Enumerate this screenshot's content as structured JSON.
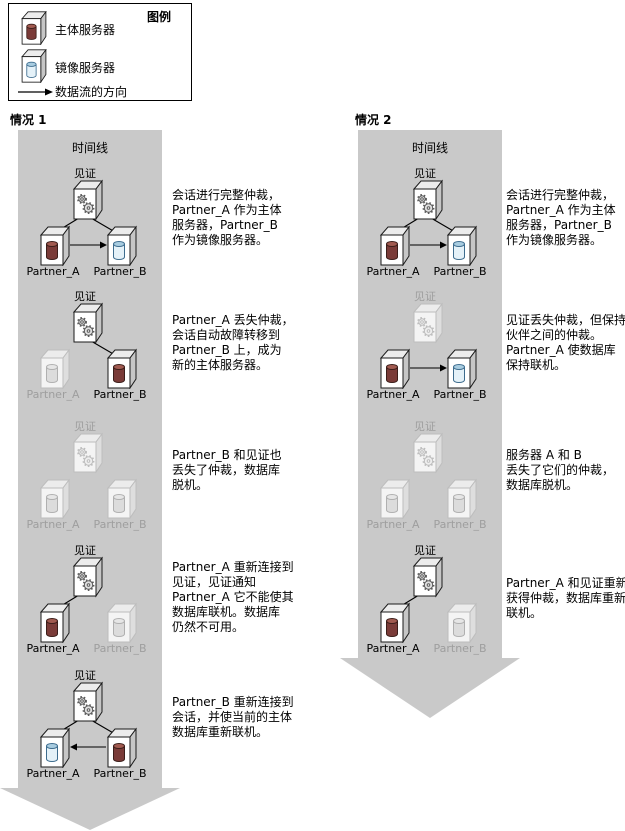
{
  "legend": {
    "title": "图例",
    "items": [
      {
        "icon": "principal-server",
        "label": "主体服务器"
      },
      {
        "icon": "mirror-server",
        "label": "镜像服务器"
      },
      {
        "icon": "data-flow-arrow",
        "label": "数据流的方向"
      }
    ]
  },
  "colors": {
    "timeline_band": "#c9c9c9",
    "principal_db": "#7a3b38",
    "principal_db_top": "#a15a50",
    "mirror_db": "#a8cce0",
    "mirror_db_body": "#e4f1f8",
    "inactive": "#bdbdbd",
    "line": "#000000"
  },
  "scenarios": [
    {
      "title": "情况 1",
      "timeline_label": "时间线",
      "stages": [
        {
          "witness_label": "见证",
          "witness_state": "on",
          "partner_a": {
            "label": "Partner_A",
            "state": "principal"
          },
          "partner_b": {
            "label": "Partner_B",
            "state": "mirror"
          },
          "links": {
            "witness_a": true,
            "witness_b": true
          },
          "flow_arrow": "a-to-b",
          "description": "会话进行完整仲裁，\nPartner_A 作为主体\n服务器，Partner_B\n作为镜像服务器。"
        },
        {
          "witness_label": "见证",
          "witness_state": "on",
          "partner_a": {
            "label": "Partner_A",
            "state": "off"
          },
          "partner_b": {
            "label": "Partner_B",
            "state": "principal"
          },
          "links": {
            "witness_a": false,
            "witness_b": true
          },
          "flow_arrow": "none",
          "description": "Partner_A 丢失仲裁，\n会话自动故障转移到\nPartner_B 上，成为\n新的主体服务器。"
        },
        {
          "witness_label": "见证",
          "witness_state": "off",
          "partner_a": {
            "label": "Partner_A",
            "state": "off"
          },
          "partner_b": {
            "label": "Partner_B",
            "state": "off"
          },
          "links": {
            "witness_a": false,
            "witness_b": false
          },
          "flow_arrow": "none",
          "description": "Partner_B 和见证也\n丢失了仲裁，数据库\n脱机。"
        },
        {
          "witness_label": "见证",
          "witness_state": "on",
          "partner_a": {
            "label": "Partner_A",
            "state": "principal"
          },
          "partner_b": {
            "label": "Partner_B",
            "state": "off"
          },
          "links": {
            "witness_a": true,
            "witness_b": false
          },
          "flow_arrow": "none",
          "description": "Partner_A 重新连接到\n见证，见证通知\nPartner_A 它不能使其\n数据库联机。数据库\n仍然不可用。"
        },
        {
          "witness_label": "见证",
          "witness_state": "on",
          "partner_a": {
            "label": "Partner_A",
            "state": "mirror"
          },
          "partner_b": {
            "label": "Partner_B",
            "state": "principal"
          },
          "links": {
            "witness_a": true,
            "witness_b": true
          },
          "flow_arrow": "b-to-a",
          "description": "Partner_B 重新连接到\n会话，并使当前的主体\n数据库重新联机。"
        }
      ]
    },
    {
      "title": "情况 2",
      "timeline_label": "时间线",
      "stages": [
        {
          "witness_label": "见证",
          "witness_state": "on",
          "partner_a": {
            "label": "Partner_A",
            "state": "principal"
          },
          "partner_b": {
            "label": "Partner_B",
            "state": "mirror"
          },
          "links": {
            "witness_a": true,
            "witness_b": true
          },
          "flow_arrow": "a-to-b",
          "description": "会话进行完整仲裁，\nPartner_A 作为主体\n服务器，Partner_B\n作为镜像服务器。"
        },
        {
          "witness_label": "见证",
          "witness_state": "off",
          "partner_a": {
            "label": "Partner_A",
            "state": "principal"
          },
          "partner_b": {
            "label": "Partner_B",
            "state": "mirror"
          },
          "links": {
            "witness_a": false,
            "witness_b": false
          },
          "flow_arrow": "a-to-b",
          "description": "见证丢失仲裁，但保持\n伙伴之间的仲裁。\nPartner_A 使数据库\n保持联机。"
        },
        {
          "witness_label": "见证",
          "witness_state": "off",
          "partner_a": {
            "label": "Partner_A",
            "state": "off"
          },
          "partner_b": {
            "label": "Partner_B",
            "state": "off"
          },
          "links": {
            "witness_a": false,
            "witness_b": false
          },
          "flow_arrow": "none",
          "description": "服务器 A 和 B\n丢失了它们的仲裁，\n数据库脱机。"
        },
        {
          "witness_label": "见证",
          "witness_state": "on",
          "partner_a": {
            "label": "Partner_A",
            "state": "principal"
          },
          "partner_b": {
            "label": "Partner_B",
            "state": "off"
          },
          "links": {
            "witness_a": true,
            "witness_b": false
          },
          "flow_arrow": "none",
          "description": "Partner_A 和见证重新\n获得仲裁，数据库重新\n联机。"
        }
      ]
    }
  ]
}
